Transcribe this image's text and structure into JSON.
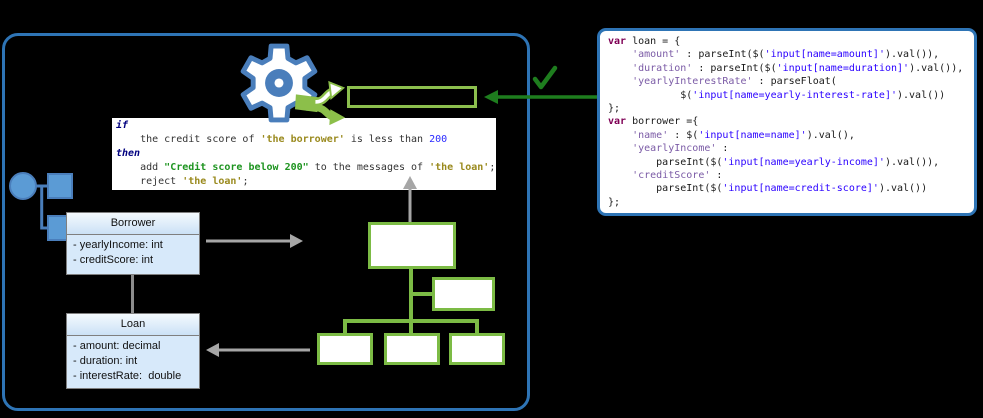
{
  "colors": {
    "container_border": "#2E74B5",
    "tree_green": "#7CBB45",
    "service_box_green": "#8CBF4E",
    "dark_green_arrow": "#1E7D1E",
    "gray_arrow": "#A6A6A6",
    "uml_fill": "#D7E9FA",
    "gear_blue": "#4A7EBB",
    "hierarchy_icon_blue": "#5B9BD5",
    "code_keyword": "#7F0055",
    "code_key": "#7B5BA6",
    "code_string": "#2A00FF",
    "rule_keyword": "#00007F",
    "rule_variable": "#9A8A1E",
    "rule_string": "#1E9420",
    "rule_number": "#2A2AFF"
  },
  "icons": {
    "gear": "gear-icon",
    "branch": "branch-split-arrow-icon",
    "check": "check-mark-icon",
    "hierarchy": "hierarchy-tree-icon"
  },
  "main_diagram": {
    "rule_box": {
      "lines": [
        [
          {
            "c": "rk",
            "t": "if"
          }
        ],
        [
          {
            "c": "rp",
            "t": "    the credit score of "
          },
          {
            "c": "rv",
            "t": "'the borrower'"
          },
          {
            "c": "rp",
            "t": " is less than "
          },
          {
            "c": "rn",
            "t": "200"
          }
        ],
        [
          {
            "c": "rk",
            "t": "then"
          }
        ],
        [
          {
            "c": "rp",
            "t": "    add "
          },
          {
            "c": "rs",
            "t": "\"Credit score below 200\""
          },
          {
            "c": "rp",
            "t": " to the messages of "
          },
          {
            "c": "rv",
            "t": "'the loan'"
          },
          {
            "c": "rp",
            "t": ";"
          }
        ],
        [
          {
            "c": "rp",
            "t": "    reject "
          },
          {
            "c": "rv",
            "t": "'the loan'"
          },
          {
            "c": "rp",
            "t": ";"
          }
        ]
      ]
    },
    "uml_classes": [
      {
        "title": "Borrower",
        "attributes": [
          "- yearlyIncome: int",
          "- creditScore: int"
        ]
      },
      {
        "title": "Loan",
        "attributes": [
          "- amount: decimal",
          "- duration: int",
          "- interestRate:  double"
        ]
      }
    ]
  },
  "code_panel": {
    "lines": [
      [
        {
          "c": "k",
          "t": "var"
        },
        {
          "c": "p",
          "t": " loan = {"
        }
      ],
      [
        {
          "c": "p",
          "t": "    "
        },
        {
          "c": "o",
          "t": "'amount'"
        },
        {
          "c": "p",
          "t": " : parseInt($("
        },
        {
          "c": "s",
          "t": "'input[name=amount]'"
        },
        {
          "c": "p",
          "t": ").val()),"
        }
      ],
      [
        {
          "c": "p",
          "t": "    "
        },
        {
          "c": "o",
          "t": "'duration'"
        },
        {
          "c": "p",
          "t": " : parseInt($("
        },
        {
          "c": "s",
          "t": "'input[name=duration]'"
        },
        {
          "c": "p",
          "t": ").val()),"
        }
      ],
      [
        {
          "c": "p",
          "t": "    "
        },
        {
          "c": "o",
          "t": "'yearlyInterestRate'"
        },
        {
          "c": "p",
          "t": " : parseFloat("
        }
      ],
      [
        {
          "c": "p",
          "t": "            $("
        },
        {
          "c": "s",
          "t": "'input[name=yearly-interest-rate]'"
        },
        {
          "c": "p",
          "t": ").val())"
        }
      ],
      [
        {
          "c": "p",
          "t": "};"
        }
      ],
      [
        {
          "c": "k",
          "t": "var"
        },
        {
          "c": "p",
          "t": " borrower ={"
        }
      ],
      [
        {
          "c": "p",
          "t": "    "
        },
        {
          "c": "o",
          "t": "'name'"
        },
        {
          "c": "p",
          "t": " : $("
        },
        {
          "c": "s",
          "t": "'input[name=name]'"
        },
        {
          "c": "p",
          "t": ").val(),"
        }
      ],
      [
        {
          "c": "p",
          "t": "    "
        },
        {
          "c": "o",
          "t": "'yearlyIncome'"
        },
        {
          "c": "p",
          "t": " :"
        }
      ],
      [
        {
          "c": "p",
          "t": "        parseInt($("
        },
        {
          "c": "s",
          "t": "'input[name=yearly-income]'"
        },
        {
          "c": "p",
          "t": ").val()),"
        }
      ],
      [
        {
          "c": "p",
          "t": "    "
        },
        {
          "c": "o",
          "t": "'creditScore'"
        },
        {
          "c": "p",
          "t": " :"
        }
      ],
      [
        {
          "c": "p",
          "t": "        parseInt($("
        },
        {
          "c": "s",
          "t": "'input[name=credit-score]'"
        },
        {
          "c": "p",
          "t": ").val())"
        }
      ],
      [
        {
          "c": "p",
          "t": "};"
        }
      ]
    ]
  }
}
